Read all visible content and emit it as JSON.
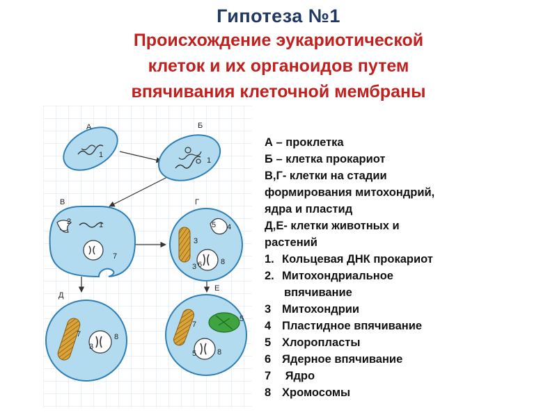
{
  "slide": {
    "heading": "Гипотеза №1",
    "subtitle_lines": [
      "Происхождение эукариотической",
      "клеток и их органоидов путем",
      "впячивания клеточной мембраны"
    ]
  },
  "figure": {
    "cell_labels": [
      "А",
      "Б",
      "В",
      "Г",
      "Д",
      "Е"
    ],
    "numbers": [
      "1",
      "1",
      "1",
      "2",
      "3",
      "4",
      "5",
      "6",
      "7",
      "8",
      "3",
      "7",
      "8",
      "3",
      "7",
      "8",
      "5"
    ],
    "colors": {
      "cell_fill": "#b3dbf0",
      "cell_stroke": "#2f7fb5",
      "mitochondria": "#c9962b",
      "chloroplast": "#3fa33f",
      "grid": "#d6e4f2"
    }
  },
  "legend": {
    "items": [
      {
        "text": "А – проклетка"
      },
      {
        "text": "Б – клетка прокариот"
      },
      {
        "text": "В,Г- клетки на стадии"
      },
      {
        "text": "формирования митохондрий,"
      },
      {
        "text": "ядра и пластид"
      },
      {
        "text": "Д,Е- клетки животных и"
      },
      {
        "text": "растений"
      },
      {
        "num": "1.",
        "text": "Кольцевая ДНК прокариот"
      },
      {
        "num": "2.",
        "text": "Митохондриальное"
      },
      {
        "text": "впячивание",
        "indent": true
      },
      {
        "num": "3",
        "text": "Митохондрии"
      },
      {
        "num": "4",
        "text": "Пластидное впячивание"
      },
      {
        "num": "5",
        "text": "Хлоропласты"
      },
      {
        "num": "6",
        "text": "Ядерное впячивание"
      },
      {
        "num": "7",
        "text": " Ядро"
      },
      {
        "num": "8",
        "text": "Хромосомы"
      }
    ]
  }
}
